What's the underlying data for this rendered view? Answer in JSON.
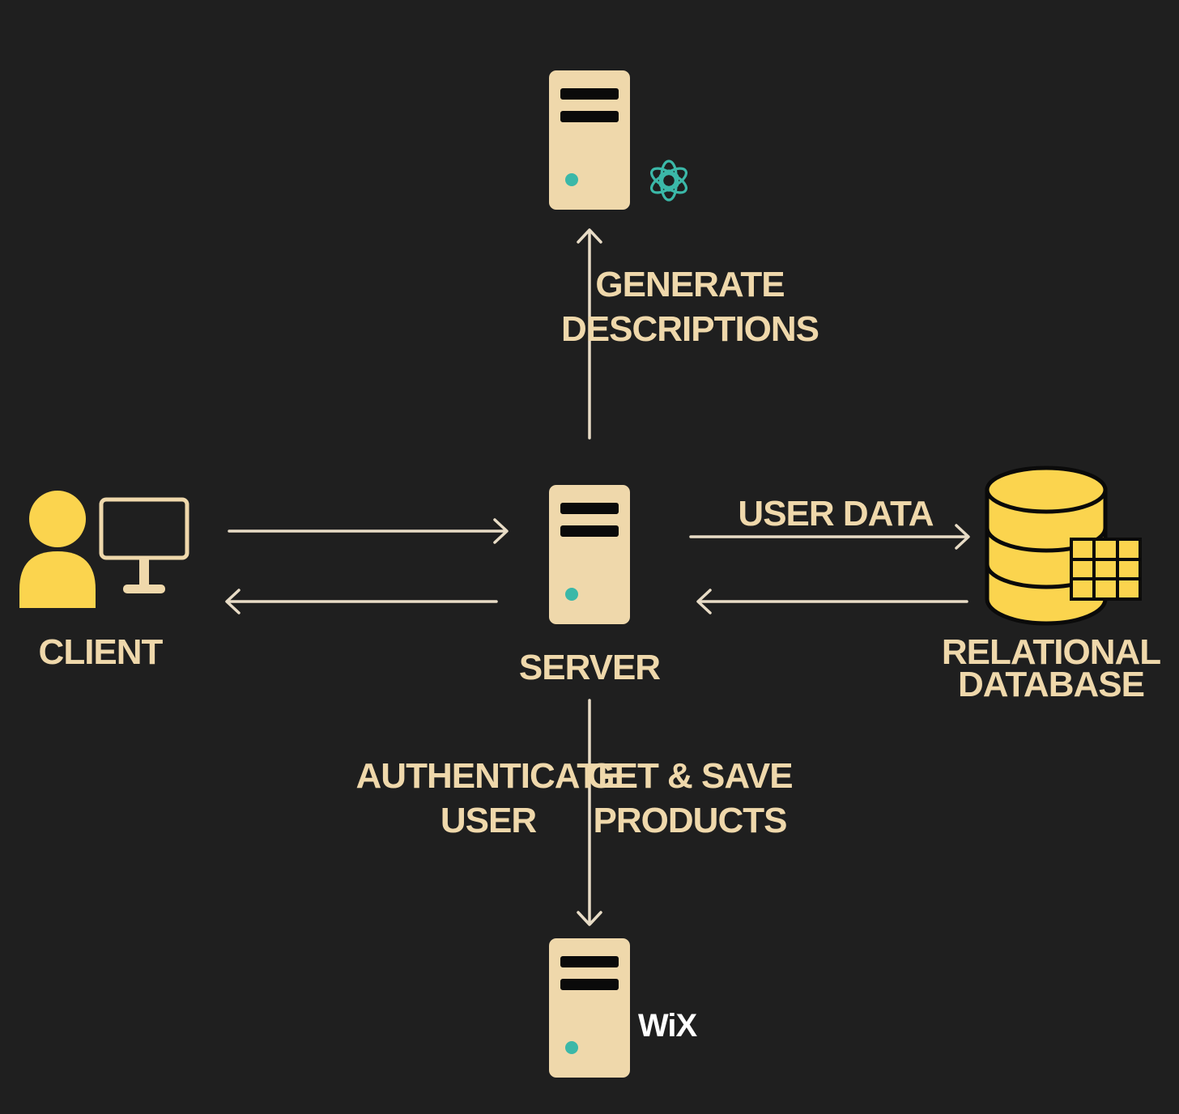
{
  "labels": {
    "generate_line1": "GENERATE",
    "generate_line2": "DESCRIPTIONS",
    "client": "CLIENT",
    "server": "SERVER",
    "user_data": "USER DATA",
    "database_line1": "RELATIONAL",
    "database_line2": "DATABASE",
    "authenticate_line1": "AUTHENTICATE",
    "authenticate_line2": "USER",
    "products_line1": "GET & SAVE",
    "products_line2": "PRODUCTS"
  },
  "logos": {
    "openai": "openai-logo-icon",
    "wix": "WiX"
  },
  "colors": {
    "background": "#1f1f1f",
    "server_body": "#efd8ab",
    "server_slot": "#0a0a0a",
    "server_led": "#3bb8a8",
    "client_yellow": "#fbd44e",
    "database_yellow": "#fbd44e",
    "arrow": "#e8dcc6",
    "label": "#efd8ab",
    "openai_teal": "#3bb8a8"
  }
}
